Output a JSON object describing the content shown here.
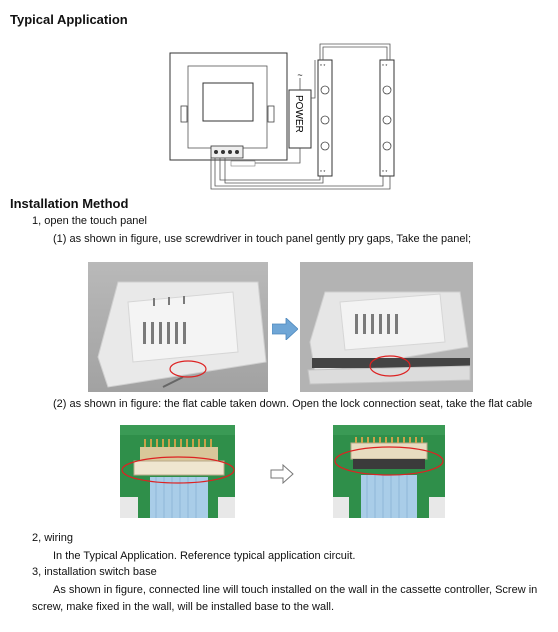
{
  "sections": {
    "typical_title": "Typical Application",
    "install_title": "Installation Method"
  },
  "diagram": {
    "power_label": "POWER",
    "tilde": "~"
  },
  "steps": {
    "s1": "1, open the touch panel",
    "s1_1": "(1) as shown in figure, use screwdriver in touch panel gently pry gaps, Take the panel;",
    "s1_2": "(2) as shown in figure: the flat cable taken down. Open the lock connection seat, take the flat cable",
    "s2": "2, wiring",
    "s2_text": "In the Typical Application. Reference typical application circuit.",
    "s3": "3, installation switch base",
    "s3_text_1": "As shown in figure, connected line will touch installed on the wall in the cassette controller, Screw in",
    "s3_text_2": "screw, make fixed in the wall, will be installed base to the wall."
  },
  "icons": {
    "arrow1": "right-arrow-icon",
    "arrow2": "outline-arrow-icon"
  }
}
